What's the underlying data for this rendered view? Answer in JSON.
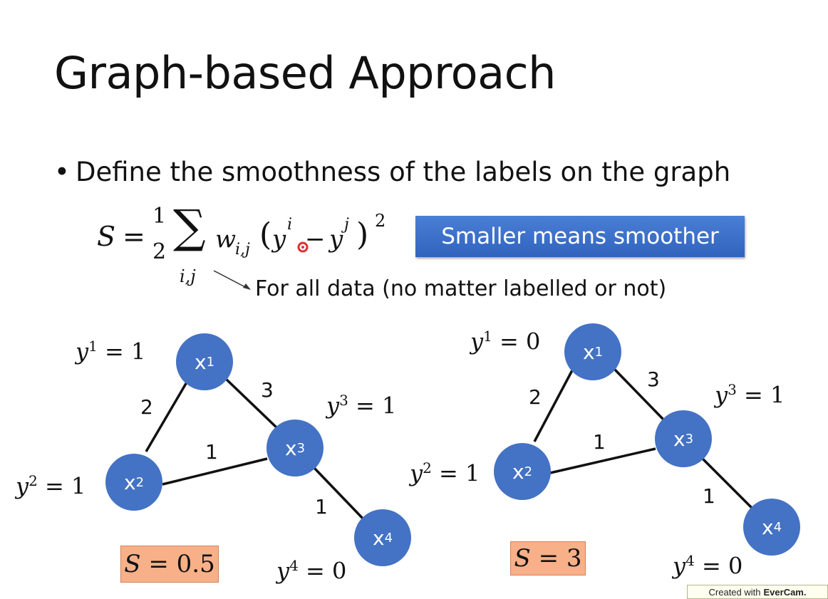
{
  "title": "Graph-based Approach",
  "bullet": "Define the smoothness of the labels on the graph",
  "formula": {
    "lhs": "S",
    "eq": "=",
    "frac_num": "1",
    "frac_den": "2",
    "sum": "∑",
    "sum_sub": "i,j",
    "w": "w",
    "w_sub": "i,j",
    "paren_open": "(",
    "y1": "y",
    "y1_sup": "i",
    "minus": "−",
    "y2": "y",
    "y2_sup": "j",
    "paren_close": ")",
    "power": "2"
  },
  "callout": "Smaller means smoother",
  "note": "For all data (no matter labelled or not)",
  "graph_left": {
    "nodes": [
      "x1",
      "x2",
      "x3",
      "x4"
    ],
    "labels": {
      "y1": "1",
      "y2": "1",
      "y3": "1",
      "y4": "0"
    },
    "weights": {
      "w12": "2",
      "w13": "3",
      "w23": "1",
      "w34": "1"
    },
    "score": "0.5"
  },
  "graph_right": {
    "nodes": [
      "x1",
      "x2",
      "x3",
      "x4"
    ],
    "labels": {
      "y1": "0",
      "y2": "1",
      "y3": "1",
      "y4": "0"
    },
    "weights": {
      "w12": "2",
      "w13": "3",
      "w23": "1",
      "w34": "1"
    },
    "score": "3"
  },
  "node_sups": [
    "1",
    "2",
    "3",
    "4"
  ],
  "watermark": {
    "prefix": "Created with",
    "brand": "EverCam."
  },
  "colors": {
    "node": "#4472c4",
    "callout": "#3a6dc9",
    "score_box": "#f8b088"
  }
}
